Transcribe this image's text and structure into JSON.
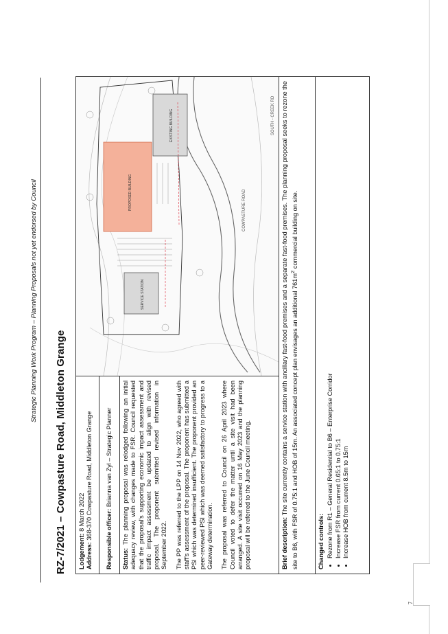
{
  "header_note": "Strategic Planning Work Program – Planning Proposals not yet endorsed by Council",
  "title": "RZ-7/2021 – Cowpasture Road, Middleton Grange",
  "lodgement": {
    "label": "Lodgement:",
    "value": " 8 March 2022"
  },
  "address": {
    "label": "Address:",
    "value": " 368-370 Cowpasture Road, Middleton Grange"
  },
  "officer": {
    "label": "Responsible officer:",
    "value": " Brianna van Zyl – Strategic Planner"
  },
  "status": {
    "label": "Status:",
    "p1": " The planning proposal was relodged following an initial adequacy review, with changes made to FSR. Council requested that the proposal's supporting economic impact assessment and traffic impact assessment be updated to align with revised proposal. The proponent submitted revised information in September 2022.",
    "p2": "The PP was referred to the LPP on 14 Nov 2022, who agreed with staff's assessment of the proposal. The proponent has submitted a PSI which was determined insufficient. The proponent provided an peer-reviewed PSI which was deemed satisfactory to progress to a Gateway determination.",
    "p3": "The proposal was referred to Council on 26 April 2023 where Council voted to defer the matter until a site visit had been arranged. A site visit occurred on 16 May 2023 and the planning proposal will be referred to the June Council meeting."
  },
  "brief": {
    "label": "Brief description:",
    "text_a": " The site currently contains a service station with ancillary fast-food premises and a separate fast-food premises. The planning proposal seeks to rezone the site to B6, with FSR of 0.75:1 and HOB of 15m. An associated concept plan envisages an additional 761m",
    "sup": "2",
    "text_b": " commercial building on site."
  },
  "controls": {
    "label": "Changed controls:",
    "items": [
      "Rezone from R1 – General Residential to B6 – Enterprise Corridor",
      "Increase FSR from current 0.65:1 to 0.75:1",
      "Increase HOB from current 8.5m to 15m"
    ]
  },
  "plan": {
    "road_label": "COWPASTURE ROAD",
    "north_label": "SOUTH - CREEK RD",
    "building_a": "PROPOSED BUILDING",
    "building_b": "SERVICE STATION",
    "building_c": "EXISTING BUILDING",
    "highlight_color": "#f4b19a"
  },
  "page_number": "7"
}
